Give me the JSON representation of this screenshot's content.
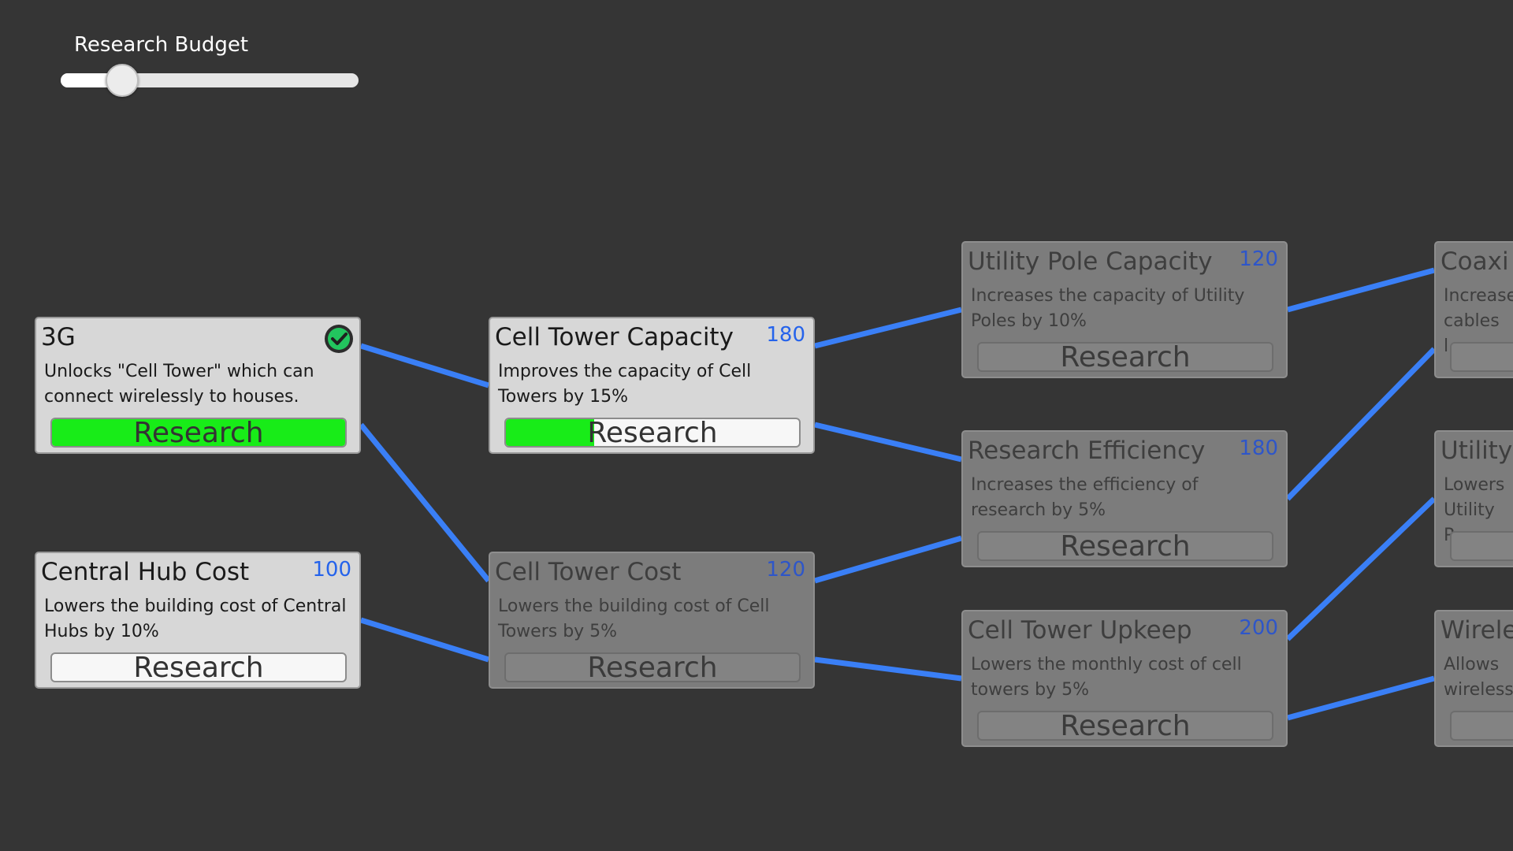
{
  "budget": {
    "label": "Research Budget",
    "value_fraction": 0.2
  },
  "colors": {
    "background": "#353535",
    "link": "#3a7ff6",
    "progress": "#18ec18",
    "cost": "#2563eb",
    "card_unlocked": "#d7d7d7",
    "card_locked": "#7c7c7c"
  },
  "nodes": [
    {
      "id": "3g",
      "title": "3G",
      "cost": "",
      "desc": "Unlocks \"Cell Tower\" which can connect wirelessly to houses.",
      "button": "Research",
      "progress": 1.0,
      "completed": true,
      "locked": false,
      "icon": "checkmark-icon"
    },
    {
      "id": "central-hub-cost",
      "title": "Central Hub Cost",
      "cost": "100",
      "desc": "Lowers the building cost of Central Hubs by 10%",
      "button": "Research",
      "progress": 0,
      "completed": false,
      "locked": false
    },
    {
      "id": "cell-tower-capacity",
      "title": "Cell Tower Capacity",
      "cost": "180",
      "desc": "Improves the capacity of Cell Towers by 15%",
      "button": "Research",
      "progress": 0.3,
      "completed": false,
      "locked": false
    },
    {
      "id": "cell-tower-cost",
      "title": "Cell Tower Cost",
      "cost": "120",
      "desc": "Lowers the building cost of Cell Towers by 5%",
      "button": "Research",
      "progress": 0,
      "completed": false,
      "locked": true
    },
    {
      "id": "utility-pole-capacity",
      "title": "Utility Pole Capacity",
      "cost": "120",
      "desc": "Increases the capacity of Utility Poles by 10%",
      "button": "Research",
      "progress": 0,
      "completed": false,
      "locked": true
    },
    {
      "id": "research-efficiency",
      "title": "Research Efficiency",
      "cost": "180",
      "desc": "Increases the efficiency of research by 5%",
      "button": "Research",
      "progress": 0,
      "completed": false,
      "locked": true
    },
    {
      "id": "cell-tower-upkeep",
      "title": "Cell Tower Upkeep",
      "cost": "200",
      "desc": "Lowers the monthly cost of cell towers by 5%",
      "button": "Research",
      "progress": 0,
      "completed": false,
      "locked": true
    },
    {
      "id": "coaxial",
      "title": "Coaxi",
      "cost": "",
      "desc": "Increase cables l",
      "button": "",
      "progress": 0,
      "completed": false,
      "locked": true
    },
    {
      "id": "utility-upkeep",
      "title": "Utility",
      "cost": "",
      "desc": "Lowers Utility P",
      "button": "",
      "progress": 0,
      "completed": false,
      "locked": true
    },
    {
      "id": "wireless",
      "title": "Wirele",
      "cost": "",
      "desc": "Allows wireless",
      "button": "",
      "progress": 0,
      "completed": false,
      "locked": true
    }
  ],
  "links": [
    [
      "3g",
      "cell-tower-capacity"
    ],
    [
      "3g",
      "cell-tower-cost"
    ],
    [
      "central-hub-cost",
      "cell-tower-cost"
    ],
    [
      "cell-tower-capacity",
      "utility-pole-capacity"
    ],
    [
      "cell-tower-capacity",
      "research-efficiency"
    ],
    [
      "cell-tower-cost",
      "research-efficiency"
    ],
    [
      "cell-tower-cost",
      "cell-tower-upkeep"
    ],
    [
      "utility-pole-capacity",
      "coaxial"
    ],
    [
      "research-efficiency",
      "coaxial"
    ],
    [
      "cell-tower-upkeep",
      "utility-upkeep"
    ],
    [
      "cell-tower-upkeep",
      "wireless"
    ]
  ]
}
